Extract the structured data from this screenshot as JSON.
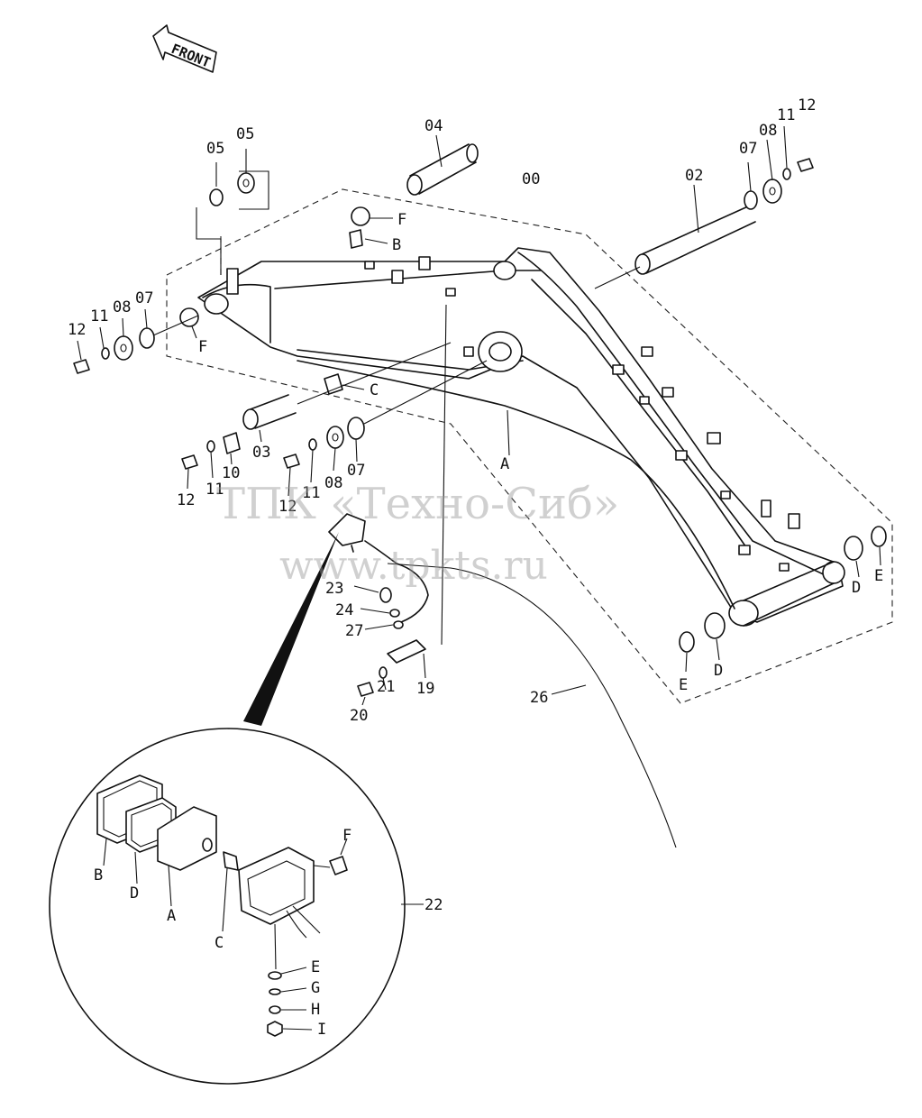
{
  "diagram": {
    "direction_label": "FRONT",
    "watermark": {
      "company": "ТПК «Техно-Сиб»",
      "url": "www.tpkts.ru"
    },
    "callouts": {
      "c00": "00",
      "c02": "02",
      "c03": "03",
      "c04": "04",
      "c05a": "05",
      "c05b": "05",
      "c07_right": "07",
      "c08_right": "08",
      "c11_right": "11",
      "c12_right": "12",
      "c07_left": "07",
      "c08_left": "08",
      "c11_left": "11",
      "c12_left": "12",
      "c10": "10",
      "c11_mid_a": "11",
      "c12_mid_a": "12",
      "c11_mid_b": "11",
      "c12_mid_b": "12",
      "c08_mid": "08",
      "c07_mid": "07",
      "cF_top": "F",
      "cB_top": "B",
      "cF_left": "F",
      "cC_mid": "C",
      "cA_mid": "A",
      "cD_right": "D",
      "cE_right": "E",
      "cE_bottom": "E",
      "cD_bottom": "D",
      "c19": "19",
      "c20": "20",
      "c21": "21",
      "c23": "23",
      "c24": "24",
      "c26": "26",
      "c27": "27",
      "c22": "22"
    },
    "detail_callouts": {
      "B": "B",
      "D": "D",
      "A": "A",
      "C": "C",
      "F": "F",
      "E": "E",
      "G": "G",
      "H": "H",
      "I": "I"
    }
  }
}
